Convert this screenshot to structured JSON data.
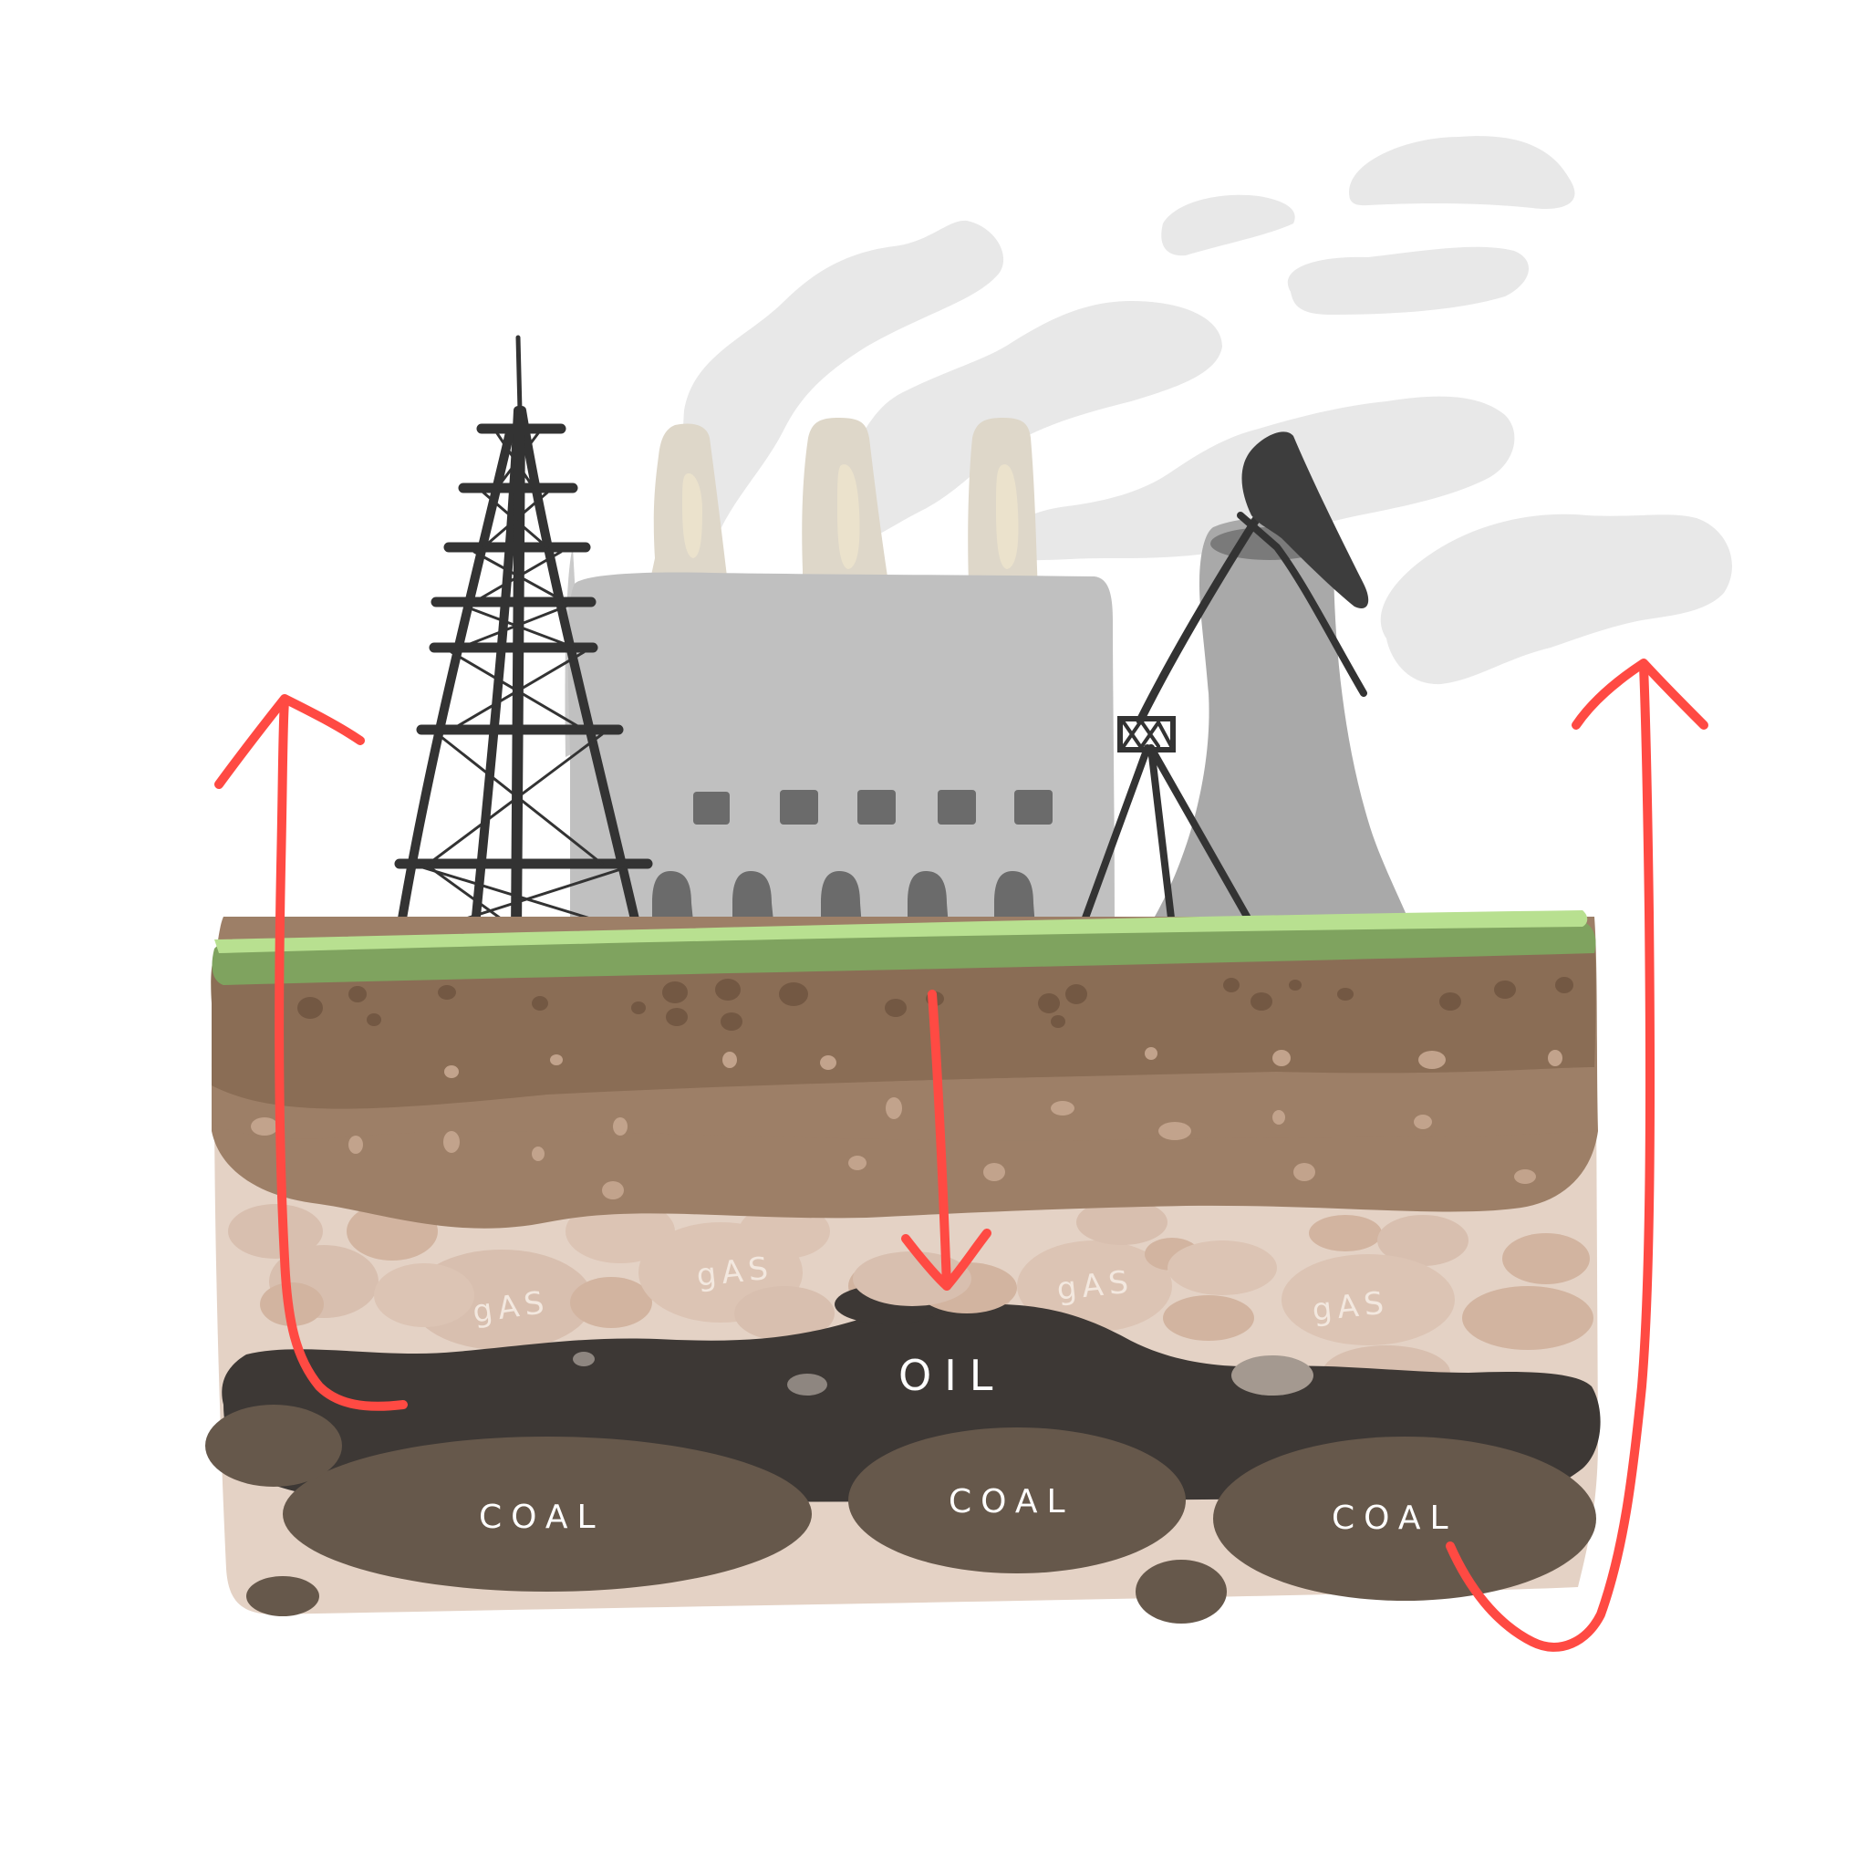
{
  "labels": {
    "oil": "OIL",
    "coal": [
      "COAL",
      "COAL",
      "COAL"
    ],
    "gas": [
      "gAS",
      "gAS",
      "gAS",
      "gAS"
    ]
  },
  "icons": [
    "oil-derrick-icon",
    "power-plant-icon",
    "smokestack-icon",
    "pumpjack-icon",
    "cooling-tower-icon",
    "smoke-cloud-icon",
    "arrow-icon"
  ],
  "colors": {
    "arrow": "#ff4a43",
    "oil": "#3d3835",
    "coal": "#66584b",
    "smoke": "#e8e8e8",
    "grass": "#7fa35f",
    "grass_top": "#b8e090",
    "topsoil": "#8a6d55",
    "subsoil": "#9d7f67",
    "gas_layer": "#e4d2c5",
    "factory": "#c0c0c0",
    "chimney": "#ded7c9",
    "derrick": "#333333"
  }
}
